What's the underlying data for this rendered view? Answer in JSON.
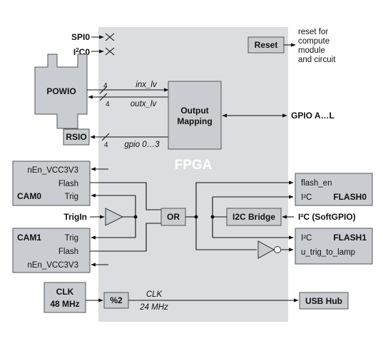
{
  "fpga_label": "FPGA",
  "left_pins": {
    "spi": "SPI0",
    "i2c_prefix": "I",
    "i2c_sup": "2",
    "i2c_suffix": "C0"
  },
  "reset": {
    "label": "Reset",
    "note_line1": "reset for",
    "note_line2": "compute",
    "note_line3": "module",
    "note_line4": "and circuit"
  },
  "powio": {
    "label": "POWIO",
    "bus_width_1": "4",
    "bus_width_2": "4",
    "inx": "inx_lv",
    "outx": "outx_lv"
  },
  "rsio": {
    "label": "RSIO",
    "bus_width": "4",
    "gpio": "gpio 0…3"
  },
  "output_mapping": {
    "line1": "Output",
    "line2": "Mapping"
  },
  "gpio_out": "GPIO A…L",
  "cam0": {
    "label": "CAM0",
    "nen": "nEn_VCC3V3",
    "flash": "Flash",
    "trig": "Trig"
  },
  "cam1": {
    "label": "CAM1",
    "nen": "nEn_VCC3V3",
    "flash": "Flash",
    "trig": "Trig"
  },
  "trigin": "TrigIn",
  "or_label": "OR",
  "flash0": {
    "label": "FLASH0",
    "flash_en": "flash_en",
    "i2c": "I²C"
  },
  "flash1": {
    "label": "FLASH1",
    "i2c": "I²C",
    "u_trig": "u_trig_to_lamp"
  },
  "i2c_bridge": {
    "label": "I2C Bridge",
    "ext": "I²C (SoftGPIO)"
  },
  "clk": {
    "line1": "CLK",
    "line2": "48 MHz",
    "div": "%2",
    "sig_line1": "CLK",
    "sig_line2": "24 MHz"
  },
  "usb_hub": "USB Hub"
}
